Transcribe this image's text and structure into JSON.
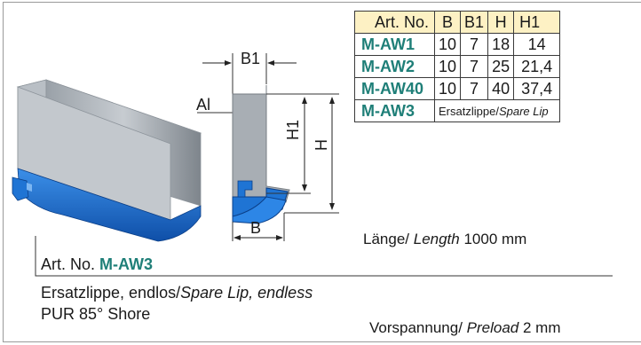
{
  "table": {
    "headers": [
      "Art. No.",
      "B",
      "B1",
      "H",
      "H1"
    ],
    "rows": [
      {
        "art": "M-AW1",
        "b": "10",
        "b1": "7",
        "h": "18",
        "h1": "14"
      },
      {
        "art": "M-AW2",
        "b": "10",
        "b1": "7",
        "h": "25",
        "h1": "21,4"
      },
      {
        "art": "M-AW40",
        "b": "10",
        "b1": "7",
        "h": "40",
        "h1": "37,4"
      }
    ],
    "spare": {
      "art": "M-AW3",
      "note_de": "Ersatzlippe/",
      "note_en": "Spare Lip"
    }
  },
  "length": {
    "de": "Länge/ ",
    "en": "Length",
    "value": " 1000 mm"
  },
  "preload": {
    "de": "Vorspannung/ ",
    "en": "Preload",
    "value": " 2 mm"
  },
  "drawing": {
    "b1": "B1",
    "al": "Al",
    "h1": "H1",
    "h": "H",
    "b": "B"
  },
  "caption": {
    "art_label": "Art. No. ",
    "art_code": "M-AW3",
    "line2_de": "Ersatzlippe, endlos/",
    "line2_en": "Spare Lip, endless",
    "line3": "PUR 85° Shore"
  },
  "colors": {
    "teal": "#1f7f78",
    "header_bg": "#fdf1c4",
    "lip_blue": "#1f74d4"
  }
}
